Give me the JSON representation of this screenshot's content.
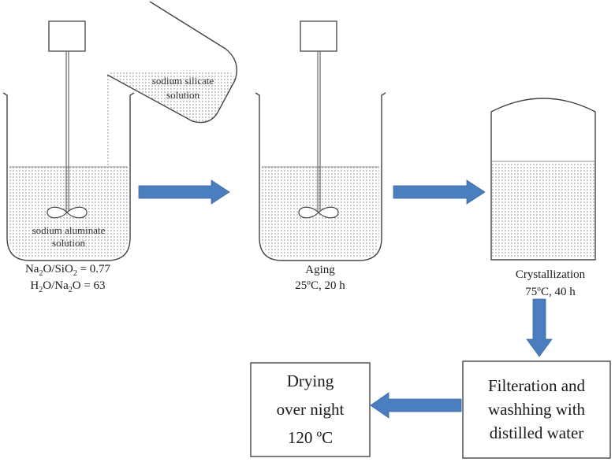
{
  "colors": {
    "arrow": "#4a7ebf",
    "stroke": "#444444",
    "dots": "#555555"
  },
  "beaker1": {
    "inner_label": [
      "sodium aluminate",
      "solution"
    ],
    "ratio1": {
      "a": "Na",
      "a_sub": "2",
      "b": "O/SiO",
      "b_sub": "2",
      "c": " = 0.77"
    },
    "ratio2": {
      "a": "H",
      "a_sub": "2",
      "b": "O/Na",
      "b_sub": "2",
      "c": "O = 63"
    }
  },
  "pouring_vessel": {
    "inner_label": [
      "sodium silicate",
      "solution"
    ]
  },
  "aging": {
    "title": "Aging",
    "conditions": "25ºC, 20 h"
  },
  "crystallization": {
    "title": "Crystallization",
    "conditions": "75ºC, 40 h"
  },
  "filtration_box": {
    "lines": [
      "Filteration and",
      "washhing with",
      "distilled water"
    ]
  },
  "drying_box": {
    "lines": [
      "Drying",
      "over night",
      "120 ºC"
    ]
  }
}
